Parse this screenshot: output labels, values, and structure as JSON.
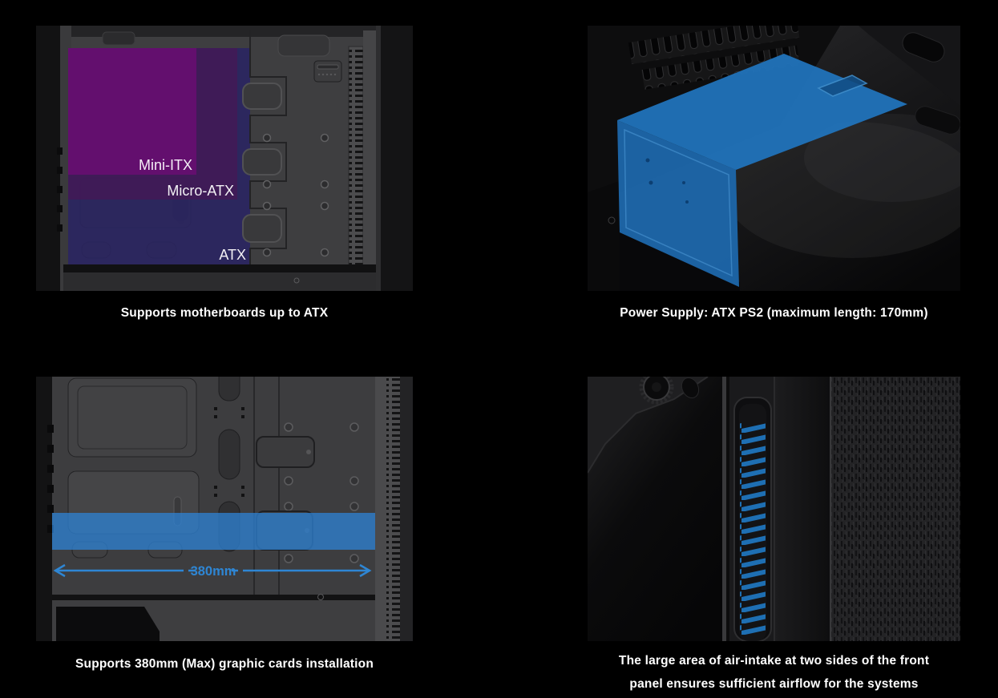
{
  "page": {
    "background_color": "#000000"
  },
  "figures": {
    "motherboard": {
      "caption": "Supports motherboards up to ATX",
      "overlays": {
        "atx": {
          "label": "ATX",
          "color": "#2a2462"
        },
        "micro_atx": {
          "label": "Micro-ATX",
          "color": "#411a57"
        },
        "mini_itx": {
          "label": "Mini-ITX",
          "color": "#650f70"
        }
      }
    },
    "psu": {
      "caption": "Power Supply: ATX PS2 (maximum length: 170mm)",
      "highlight": {
        "top_color": "#2173bb",
        "front_color": "#1d67ab"
      }
    },
    "gpu": {
      "caption": "Supports 380mm (Max) graphic cards installation",
      "clearance_label": "380mm",
      "band_color": "#2e80cf",
      "accent_color": "#2e86d4"
    },
    "airflow": {
      "caption_lines": [
        "The large area of air-intake at two sides of the front",
        "panel ensures sufficient airflow for the systems"
      ],
      "vent_color": "#1e6fb3"
    }
  }
}
